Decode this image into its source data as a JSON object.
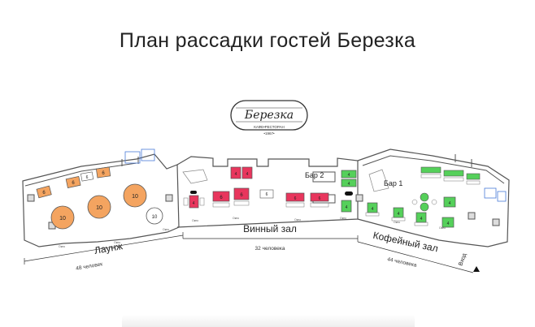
{
  "title": "План рассадки гостей Березка",
  "logo": {
    "script_name": "Березка",
    "subtitle": "КАФЕ•РЕСТОРАН",
    "year": "•1967•"
  },
  "zones": {
    "lounge": {
      "label": "Лаунж",
      "capacity": "48 человек"
    },
    "wine": {
      "label": "Винный зал",
      "capacity": "32 человека"
    },
    "coffee": {
      "label": "Кофейный зал",
      "capacity": "44 человека"
    },
    "bar1": {
      "label": "Бар 1"
    },
    "bar2": {
      "label": "Бар 2"
    },
    "entrance": {
      "label": "Вход"
    }
  },
  "colors": {
    "lounge_tables": "#f4a460",
    "wine_tables": "#e8365d",
    "coffee_tables": "#55d05a",
    "walls": "#555555",
    "cabinets": "#4a7bd8"
  },
  "window_label": "Окно",
  "tables": {
    "lounge_round": [
      "10",
      "10",
      "10",
      "10"
    ],
    "lounge_rect": [
      "6",
      "6",
      "6",
      "6"
    ],
    "wine": [
      "4",
      "6",
      "6",
      "4",
      "4",
      "6",
      "6",
      "6"
    ],
    "coffee": [
      "4",
      "4",
      "4",
      "4",
      "4",
      "4",
      "4",
      "4"
    ]
  }
}
